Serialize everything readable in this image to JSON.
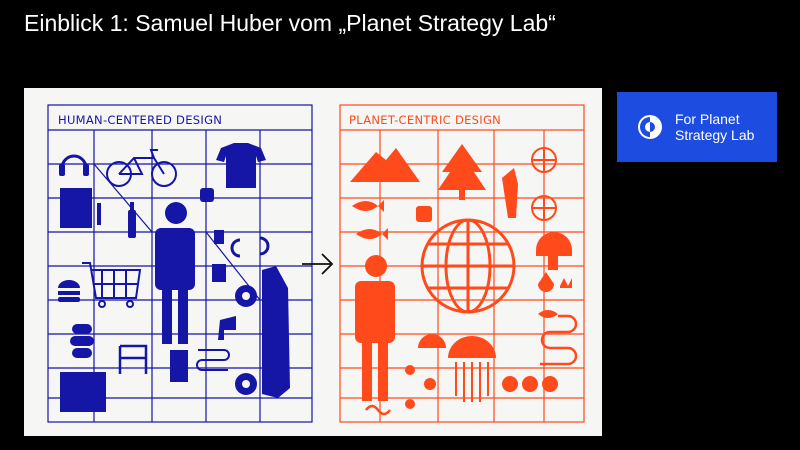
{
  "slide": {
    "title": "Einblick 1: Samuel Huber vom „Planet Strategy Lab“"
  },
  "panel": {
    "left_label": "HUMAN-CENTERED DESIGN",
    "right_label": "PLANET-CENTRIC DESIGN",
    "arrow_icon": "right-arrow-icon"
  },
  "brand": {
    "line1": "For Planet",
    "line2": "Strategy Lab",
    "logo_icon": "planet-lab-logo-icon"
  },
  "colors": {
    "background": "#000000",
    "title_text": "#ffffff",
    "panel_background": "#f6f6f4",
    "human_blue": "#1515a6",
    "planet_red": "#ff4a1c",
    "brand_blue": "#1c4ce0"
  }
}
